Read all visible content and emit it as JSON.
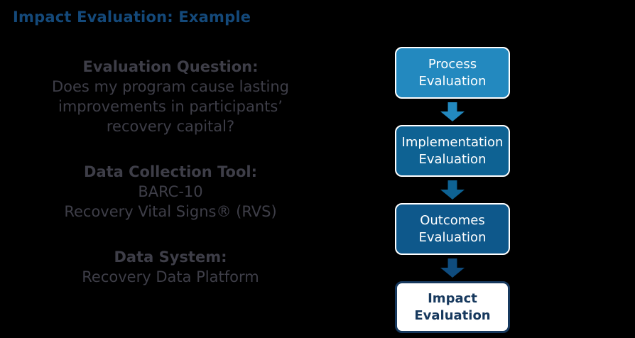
{
  "title": "Impact Evaluation: Example",
  "colors": {
    "background": "#000000",
    "title_text": "#14497A",
    "body_text": "#3E3E48",
    "step1_blue": "#2389BF",
    "step2_blue": "#0E6293",
    "step3_blue": "#0E588B",
    "step4_navy": "#17395E",
    "white": "#FFFFFF"
  },
  "info_panel": {
    "sections": [
      {
        "heading": "Evaluation Question:",
        "lines": [
          "Does my program cause lasting",
          "improvements in participants’",
          "recovery capital?"
        ]
      },
      {
        "heading": "Data Collection Tool:",
        "lines": [
          "BARC-10",
          "Recovery Vital Signs® (RVS)"
        ]
      },
      {
        "heading": "Data System:",
        "lines": [
          "Recovery Data Platform"
        ]
      }
    ]
  },
  "flowchart": {
    "steps": [
      {
        "line1": "Process",
        "line2": "Evaluation",
        "fill": "#2389BF",
        "text_color": "#FFFFFF",
        "border_color": "#FFFFFF"
      },
      {
        "line1": "Implementation",
        "line2": "Evaluation",
        "fill": "#0E6293",
        "text_color": "#FFFFFF",
        "border_color": "#FFFFFF"
      },
      {
        "line1": "Outcomes",
        "line2": "Evaluation",
        "fill": "#0E588B",
        "text_color": "#FFFFFF",
        "border_color": "#FFFFFF"
      },
      {
        "line1": "Impact",
        "line2": "Evaluation",
        "fill": "#FFFFFF",
        "text_color": "#17395E",
        "border_color": "#17395E"
      }
    ],
    "arrows": [
      {
        "fill": "#2389BF"
      },
      {
        "fill": "#0E6293"
      },
      {
        "fill": "#0F4C7E"
      }
    ]
  }
}
